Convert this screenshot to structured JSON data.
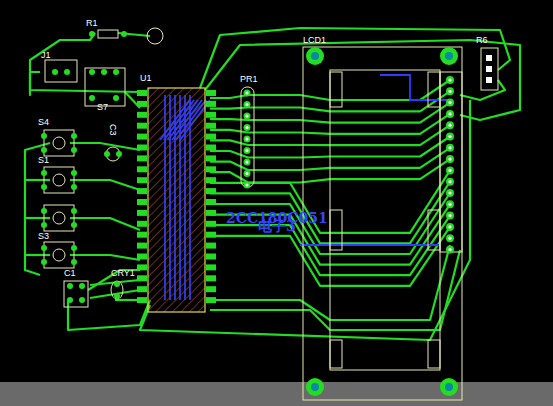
{
  "diagram": {
    "labels": [
      "R1",
      "J1",
      "S7",
      "U1",
      "LCD1",
      "R6",
      "PR1",
      "S4",
      "C3",
      "S1",
      "S3",
      "C1",
      "CRY1",
      "2CC180C051",
      "电子3"
    ]
  }
}
